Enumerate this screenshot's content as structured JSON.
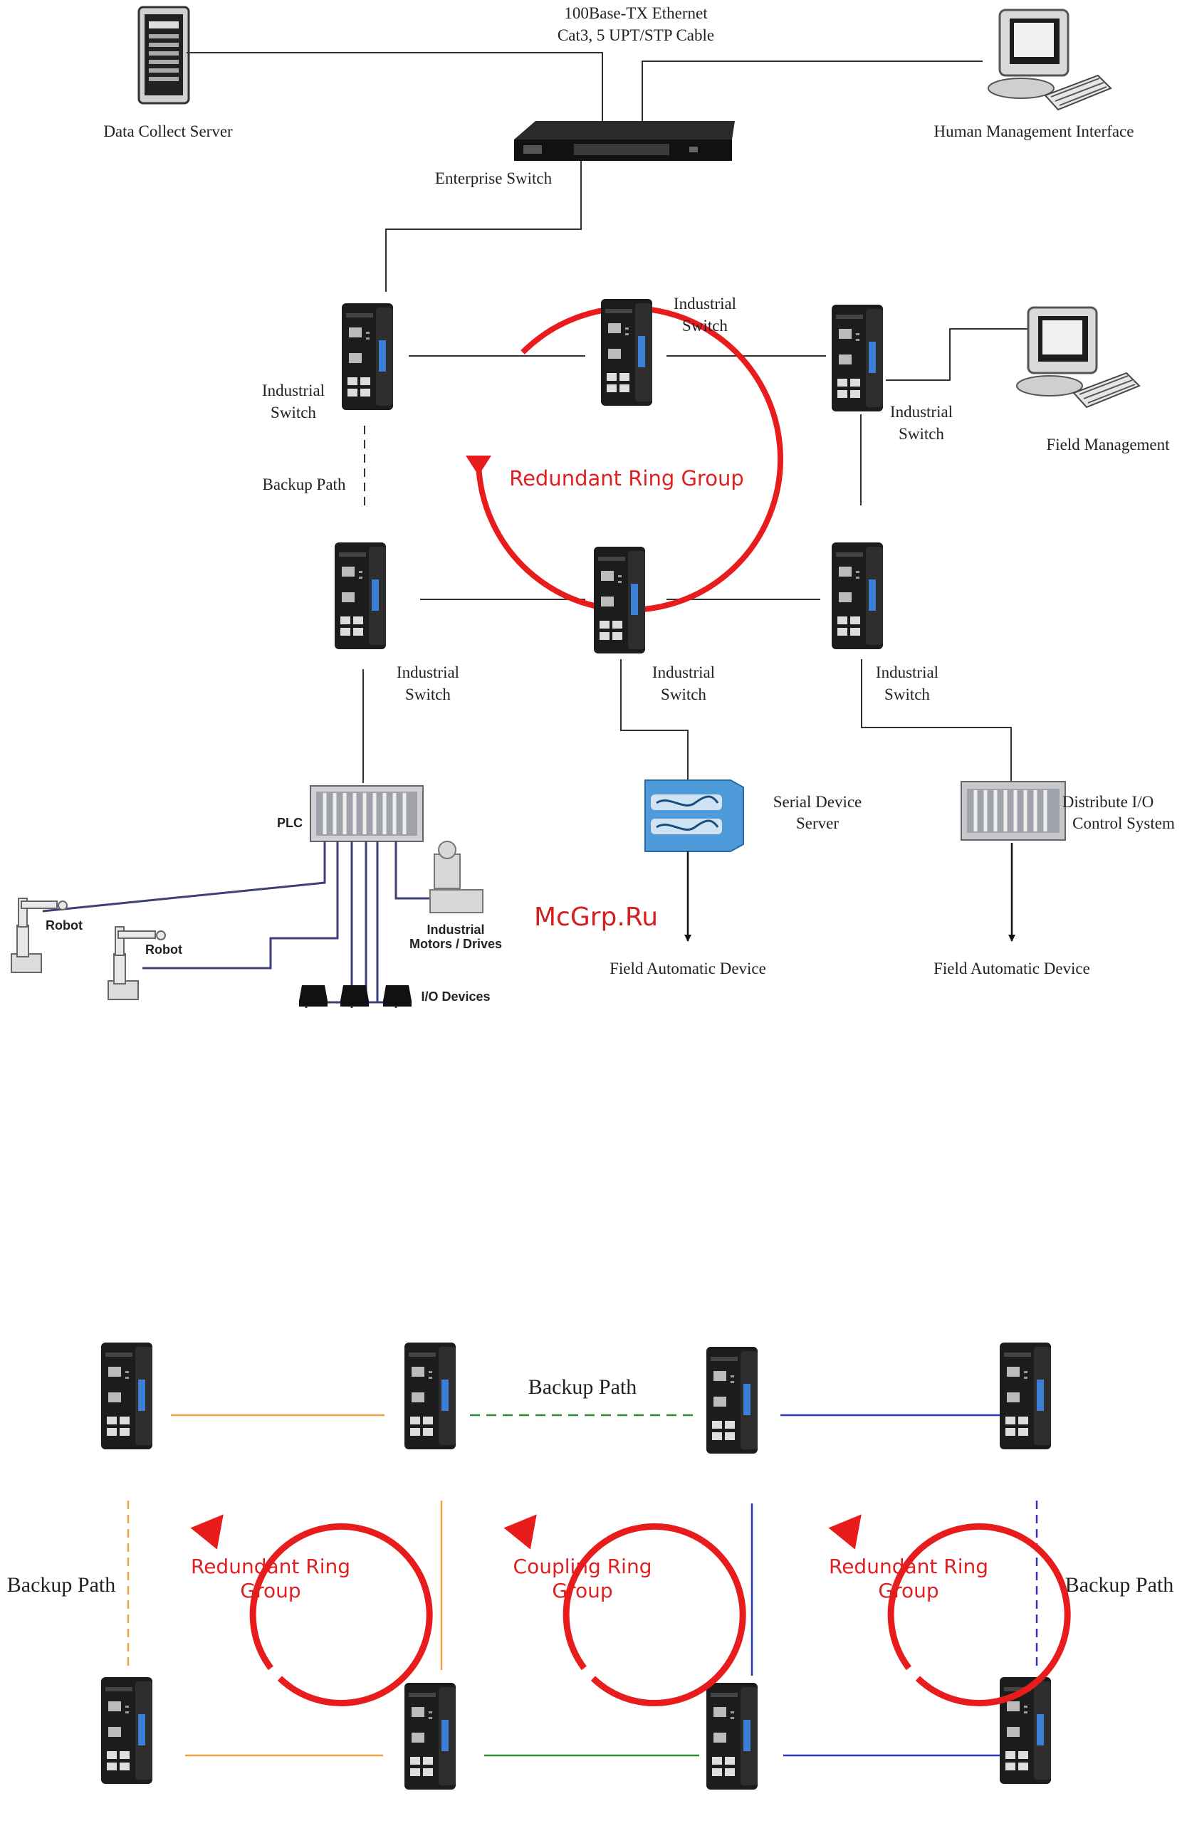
{
  "top": {
    "cable_label_1": "100Base-TX Ethernet",
    "cable_label_2": "Cat3, 5 UPT/STP Cable",
    "server_label": "Data Collect Server",
    "hmi_label": "Human Management Interface",
    "enterprise_switch_label": "Enterprise Switch",
    "switch_label_line1": "Industrial",
    "switch_label_line2": "Switch",
    "backup_path_label": "Backup Path",
    "ring_label": "Redundant Ring Group",
    "field_mgmt_label": "Field Management",
    "plc_label": "PLC",
    "robot_label": "Robot",
    "motors_label_1": "Industrial",
    "motors_label_2": "Motors / Drives",
    "io_devices_label": "I/O Devices",
    "serial_label_1": "Serial Device",
    "serial_label_2": "Server",
    "distribute_label_1": "Distribute I/O",
    "distribute_label_2": "Control System",
    "field_device_label": "Field Automatic Device",
    "watermark": "McGrp.Ru"
  },
  "bottom": {
    "backup_path_label": "Backup Path",
    "left_ring_line1": "Redundant Ring",
    "left_ring_line2": "Group",
    "center_ring_line1": "Coupling Ring",
    "center_ring_line2": "Group",
    "right_ring_line1": "Redundant Ring",
    "right_ring_line2": "Group"
  },
  "colors": {
    "ring_red": "#e81c1c",
    "orange_link": "#f0a040",
    "green_link": "#2e8b2e",
    "blue_link": "#2a35c8",
    "line_gray": "#333333"
  }
}
